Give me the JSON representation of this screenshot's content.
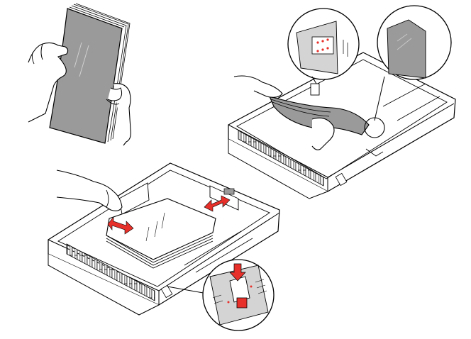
{
  "figure": {
    "panels": [
      {
        "id": "fan-paper",
        "description_visible_text": ""
      },
      {
        "id": "insert-paper",
        "description_visible_text": ""
      },
      {
        "id": "adjust-guides",
        "description_visible_text": ""
      }
    ],
    "colors": {
      "line": "#000000",
      "paper_fill": "#9a9a9a",
      "tray_fill": "#ffffff",
      "hatch": "#c8c8c8",
      "accent_red": "#e8302a",
      "zoom_fill": "#d4d4d4"
    },
    "icons": [
      "hand-icon",
      "arrow-icon",
      "magnifier-icon"
    ]
  }
}
